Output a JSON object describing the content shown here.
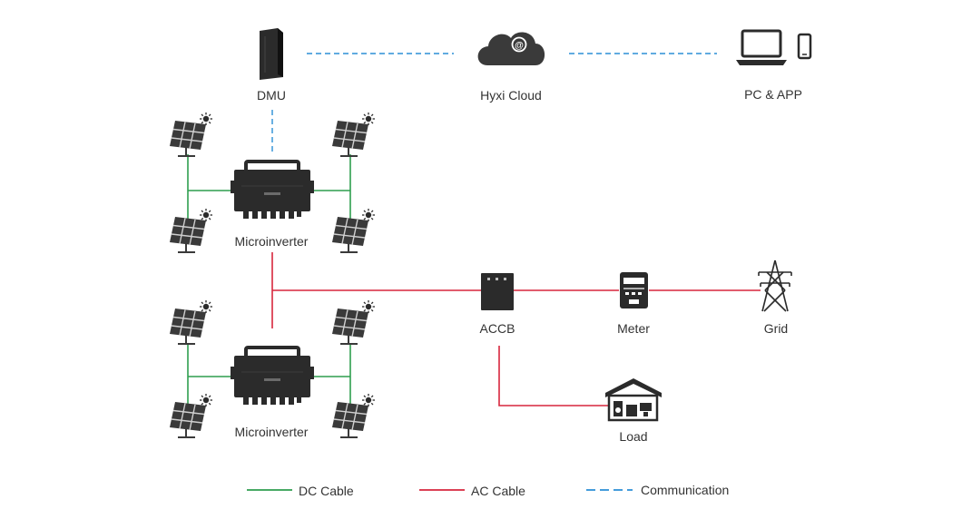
{
  "colors": {
    "dc": "#2e9e4f",
    "ac": "#d7263d",
    "comm": "#2b8fd6",
    "device": "#2b2b2b",
    "panel": "#3a3a3a",
    "text": "#333333"
  },
  "labels": {
    "dmu": "DMU",
    "cloud": "Hyxi Cloud",
    "pc_app": "PC & APP",
    "micro_1": "Microinverter",
    "micro_2": "Microinverter",
    "accb": "ACCB",
    "meter": "Meter",
    "grid": "Grid",
    "load": "Load"
  },
  "legend": {
    "dc": "DC Cable",
    "ac": "AC Cable",
    "comm": "Communication"
  },
  "icons": {
    "dmu": "dmu-router-icon",
    "cloud": "cloud-icon",
    "laptop": "laptop-icon",
    "phone": "phone-icon",
    "panel": "solar-panel-icon",
    "sun": "sun-icon",
    "micro": "microinverter-icon",
    "accb": "breaker-box-icon",
    "meter": "meter-icon",
    "grid": "transmission-tower-icon",
    "load": "house-icon"
  }
}
